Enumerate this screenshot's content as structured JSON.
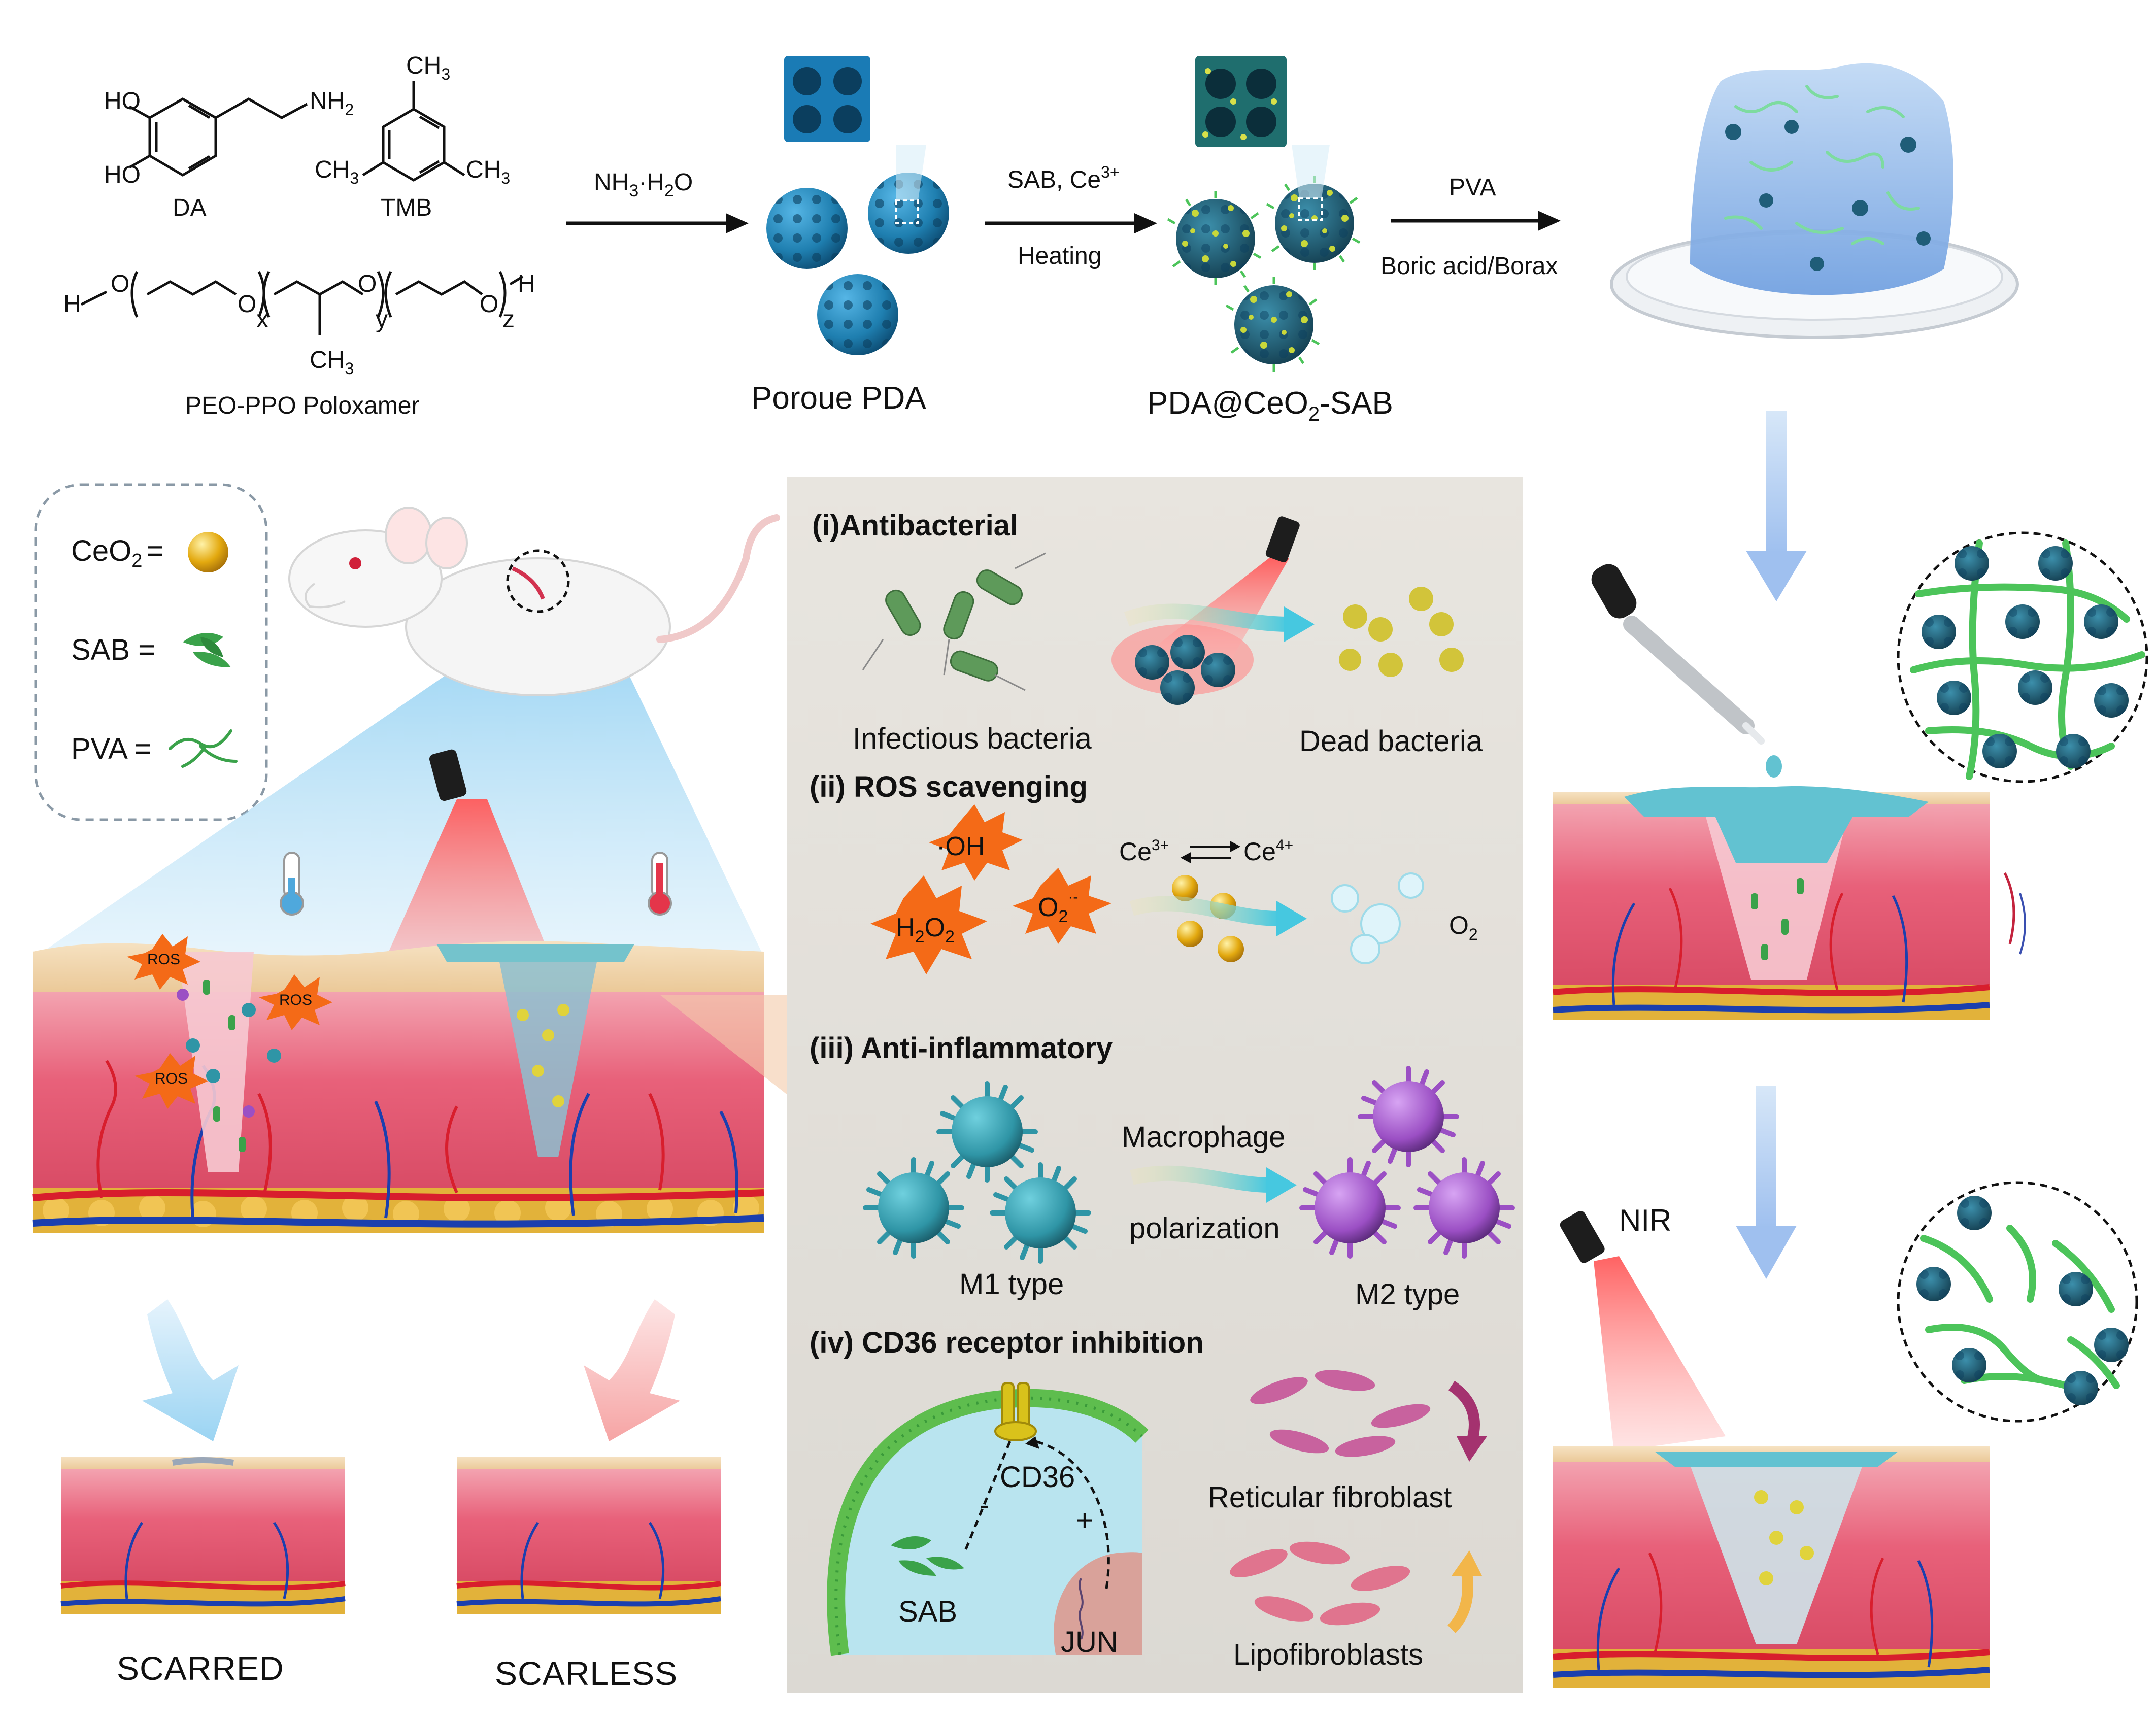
{
  "synthesis": {
    "molecules": {
      "da_name": "DA",
      "da_ho_top": "HO",
      "da_ho_bottom": "HO",
      "da_nh2": "NH",
      "da_nh2_sub": "2",
      "tmb_name": "TMB",
      "tmb_ch3": "CH",
      "tmb_ch3_sub": "3",
      "poloxamer_name": "PEO-PPO Poloxamer",
      "poloxamer_h_left": "H",
      "poloxamer_h_right": "H",
      "poloxamer_o": "O",
      "poloxamer_x": "x",
      "poloxamer_y": "y",
      "poloxamer_z": "z",
      "poloxamer_ch3": "CH",
      "poloxamer_ch3_sub": "3"
    },
    "step1_label_a": "NH",
    "step1_label_sub1": "3",
    "step1_label_b": "·H",
    "step1_label_sub2": "2",
    "step1_label_c": "O",
    "porous_label": "Poroue PDA",
    "step2_top_a": "SAB, Ce",
    "step2_top_sup": "3+",
    "step2_bottom": "Heating",
    "pda_ceo2_label_a": "PDA@CeO",
    "pda_ceo2_label_sub": "2",
    "pda_ceo2_label_b": "-SAB",
    "step3_top": "PVA",
    "step3_bottom": "Boric acid/Borax"
  },
  "legend": {
    "ceo2_a": "CeO",
    "ceo2_sub": "2",
    "ceo2_b": "=",
    "sab": "SAB  =",
    "pva": "PVA  ="
  },
  "left_panel": {
    "ros_labels": [
      "ROS",
      "ROS",
      "ROS"
    ],
    "scarred": "SCARRED",
    "scarless": "SCARLESS"
  },
  "mechanism": {
    "antibacterial_title": "(i)Antibacterial",
    "infectious_bacteria": "Infectious bacteria",
    "dead_bacteria": "Dead bacteria",
    "ros_title": "(ii) ROS scavenging",
    "oh": "·OH",
    "h2o2_a": "H",
    "h2o2_sub1": "2",
    "h2o2_b": "O",
    "h2o2_sub2": "2",
    "o2m_a": "O",
    "o2m_sub": "2",
    "o2m_sup": "·-",
    "ce3": "Ce",
    "ce3_sup": "3+",
    "ce4": "Ce",
    "ce4_sup": "4+",
    "o2_a": "O",
    "o2_sub": "2",
    "inflam_title": "(iii) Anti-inflammatory",
    "macrophage": "Macrophage",
    "polarization": "polarization",
    "m1": "M1 type",
    "m2": "M2 type",
    "cd36_title": "(iv) CD36 receptor inhibition",
    "cd36": "CD36",
    "minus": "-",
    "plus": "+",
    "sab": "SAB",
    "jun": "JUN",
    "reticular": "Reticular fibroblast",
    "lipo": "Lipofibroblasts"
  },
  "right_panel": {
    "nir": "NIR"
  },
  "colors": {
    "pda_blue": "#1f7fb0",
    "ceo2_gold": "#e3a90f",
    "sab_green": "#3aa24a",
    "pva_green": "#4cc45a",
    "dermis_pink": "#e8617a",
    "fat_yellow": "#e2b23a",
    "epidermis": "#f1d3a8",
    "panel_bg": "#e4e1dc",
    "ros_orange": "#f46a17",
    "m1_teal": "#2f95a6",
    "m2_purple": "#9b4fc4",
    "gel_teal": "#68c8d2"
  }
}
